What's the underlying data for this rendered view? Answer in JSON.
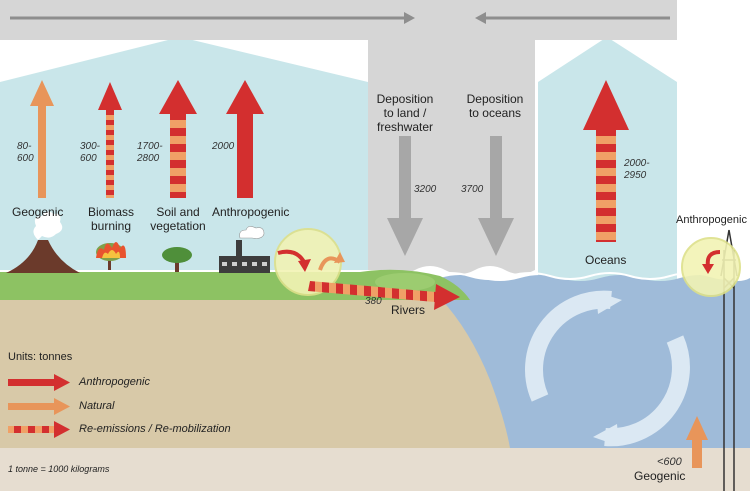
{
  "atmosphere_sources": {
    "geogenic": {
      "label": "Geogenic",
      "value": "80-\n600"
    },
    "biomass": {
      "label": "Biomass\nburning",
      "value": "300-\n600"
    },
    "soil": {
      "label": "Soil and\nvegetation",
      "value": "1700-\n2800"
    },
    "anthropogenic": {
      "label": "Anthropogenic",
      "value": "2000"
    }
  },
  "deposition": {
    "land": {
      "label": "Deposition\nto land /\nfreshwater",
      "value": "3200"
    },
    "oceans": {
      "label": "Deposition\nto oceans",
      "value": "3700"
    }
  },
  "oceans": {
    "label": "Oceans",
    "value": "2000-\n2950"
  },
  "ocean_anthropogenic": {
    "label": "Anthropogenic"
  },
  "rivers": {
    "label": "Rivers",
    "value": "380"
  },
  "seafloor_geogenic": {
    "label": "Geogenic",
    "value": "<600"
  },
  "legend": {
    "units": "Units: tonnes",
    "anthropogenic": "Anthropogenic",
    "natural": "Natural",
    "reemission": "Re-emissions / Re-mobilization",
    "footnote": "1 tonne = 1000 kilograms"
  },
  "colors": {
    "anthropogenic": "#d32f2f",
    "natural": "#e8955a",
    "sky": "#c9e6ea",
    "deposition_gray": "#a7a7a7",
    "ocean": "#9fbbd9",
    "soil": "#d8c9a8",
    "grass": "#8dc263"
  }
}
